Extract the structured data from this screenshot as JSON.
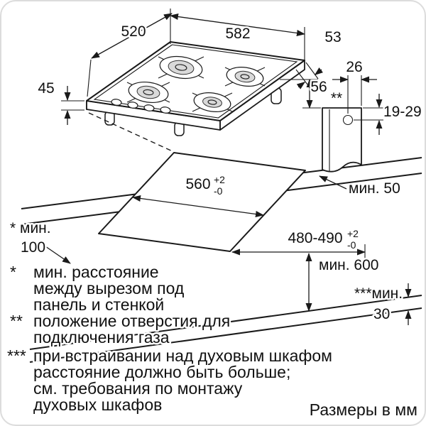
{
  "figure": {
    "colors": {
      "line": "#1a1a1a",
      "burner_cap": "#d9d9d9",
      "background": "#ffffff",
      "frame_border": "#dcdcdc"
    },
    "dims": {
      "w582": "582",
      "w520": "520",
      "h45": "45",
      "d53": "53",
      "d56": "56",
      "d26": "26",
      "r19_29": "19-29",
      "star2": "**",
      "cut_w": "560",
      "cut_w_tol_p": "+2",
      "cut_w_tol_m": "-0",
      "cut_d": "480-490",
      "cut_d_tol_p": "+2",
      "cut_d_tol_m": "-0",
      "min50": "мин. 50",
      "min100_l1": "* мин.",
      "min100_l2": "100",
      "min600": "мин. 600",
      "min30_l1": "***мин.",
      "min30_l2": "30"
    },
    "notes": [
      {
        "marker": "*",
        "lines": [
          "мин. расстояние",
          "между вырезом под",
          "панель и стенкой"
        ]
      },
      {
        "marker": "**",
        "lines": [
          "положение отверстия для",
          "подключения газа"
        ]
      },
      {
        "marker": "***",
        "lines": [
          "при встраивании над духовым шкафом",
          "расстояние должно быть больше;",
          "см. требования по монтажу",
          "духовых шкафов"
        ]
      }
    ],
    "caption": "Размеры в мм"
  }
}
